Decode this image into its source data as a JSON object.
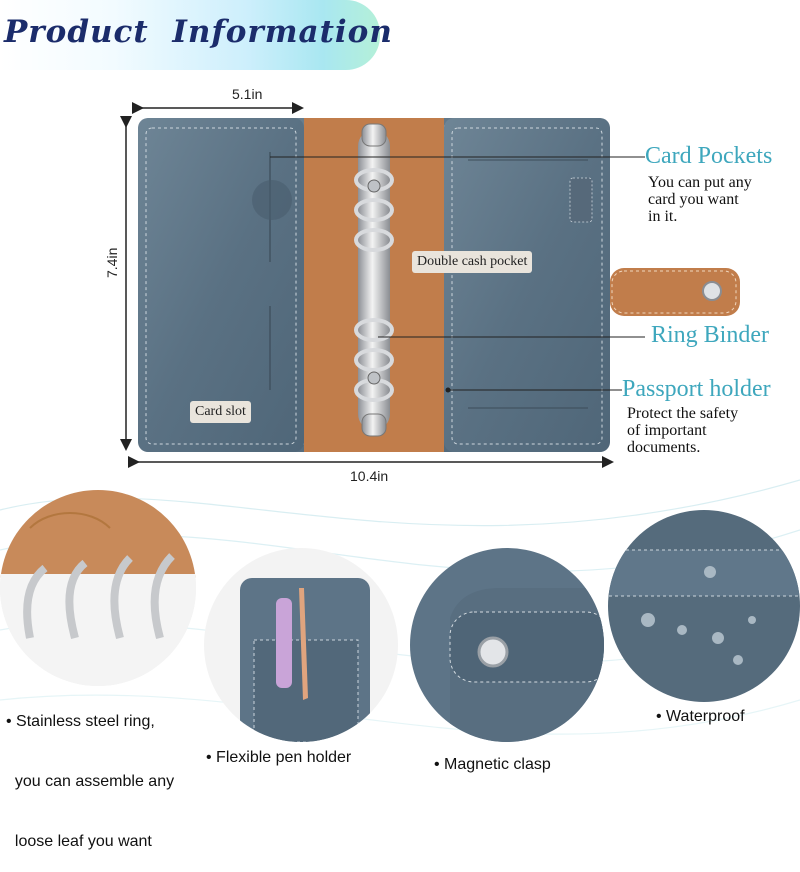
{
  "banner": {
    "title": "Product  Information"
  },
  "dimensions": {
    "width_half": "5.1in",
    "height": "7.4in",
    "width_full": "10.4in"
  },
  "callouts": {
    "card_pockets": {
      "title": "Card Pockets",
      "desc": [
        "You can put any",
        "card you want",
        "in it."
      ]
    },
    "double_cash_pocket": "Double cash pocket",
    "card_slot": "Card slot",
    "ring_binder": {
      "title": "Ring Binder"
    },
    "passport_holder": {
      "title": "Passport holder",
      "desc": [
        "Protect the safety",
        "of important",
        "documents."
      ]
    }
  },
  "features": {
    "ring": {
      "lines": [
        "• Stainless steel ring,",
        "  you can assemble any",
        "  loose leaf you want"
      ]
    },
    "pen": {
      "label": "• Flexible pen holder"
    },
    "clasp": {
      "label": "• Magnetic clasp"
    },
    "waterproof": {
      "label": "• Waterproof"
    }
  },
  "colors": {
    "leather": "#5d7487",
    "interior": "#c17d4b",
    "accent": "#3ea7bd",
    "banner_text": "#1b2c6b"
  }
}
